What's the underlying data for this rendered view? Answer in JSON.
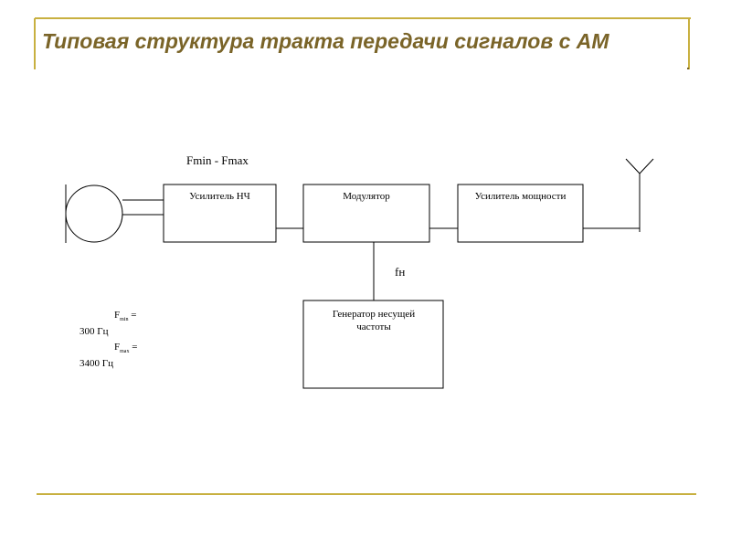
{
  "slide": {
    "title": "Типовая структура тракта передачи сигналов с АМ",
    "accent_color": "#c8b040",
    "title_color": "#7a6428"
  },
  "diagram": {
    "range_label": "Fmin - Fmax",
    "carrier_label": "fн",
    "blocks": {
      "lf_amp": "Усилитель НЧ",
      "modulator": "Модулятор",
      "power_amp": "Усилитель мощности",
      "carrier_gen": "Генератор несущей частоты"
    },
    "source_icon": "microphone-icon",
    "output_icon": "antenna-icon"
  },
  "notes": {
    "fmin_symbol": "F",
    "fmin_sub": "min",
    "fmin_eq": " =",
    "fmin_value": "300 Гц",
    "fmax_symbol": "F",
    "fmax_sub": "max",
    "fmax_eq": " =",
    "fmax_value": "3400 Гц"
  }
}
